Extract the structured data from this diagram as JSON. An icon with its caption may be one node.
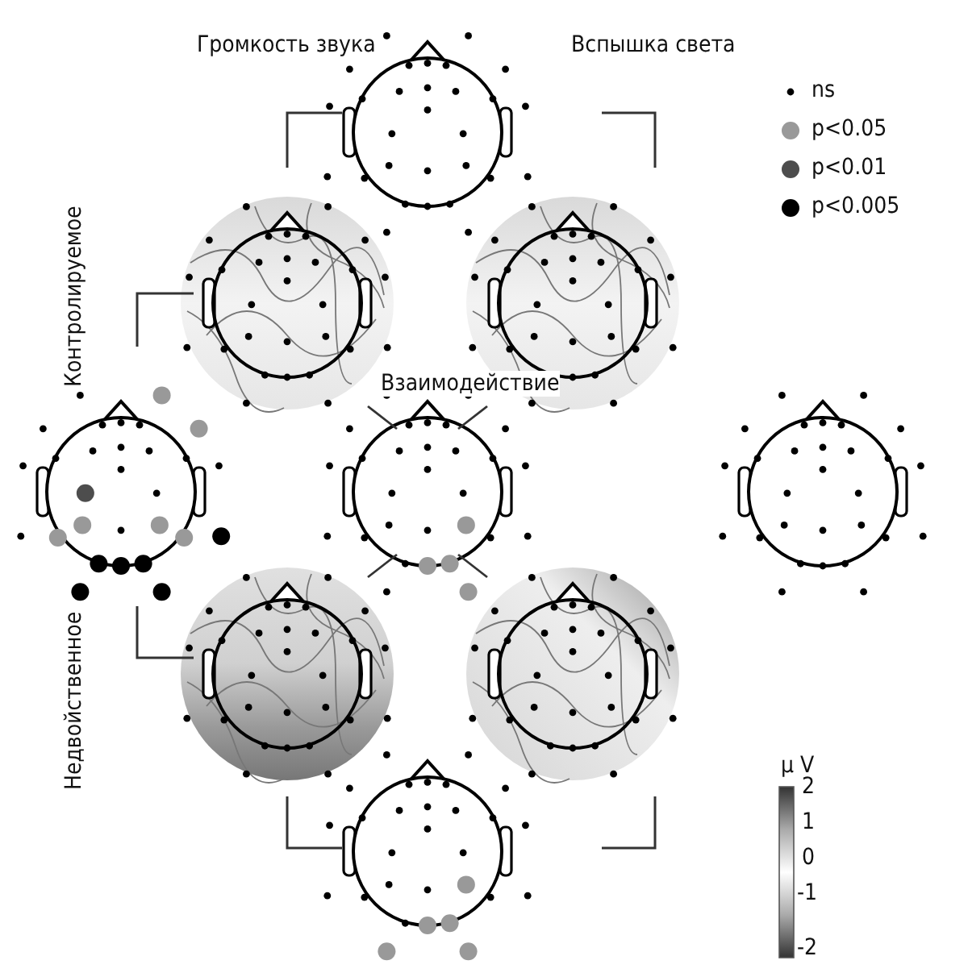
{
  "diagram": {
    "labels": [
      "Громкость звука",
      "Вспышка света",
      "Контролируемое",
      "Взаимодействие",
      "Недвойственное",
      "μ V",
      "2",
      "1",
      "0",
      "-1",
      "-2"
    ],
    "legend": [
      {
        "text": "ns"
      },
      {
        "text": "p<0.05",
        "color": "#999999"
      },
      {
        "text": "p<0.01",
        "color": "#4d4d4d"
      },
      {
        "text": "p<0.005",
        "color": "#000000"
      }
    ]
  }
}
